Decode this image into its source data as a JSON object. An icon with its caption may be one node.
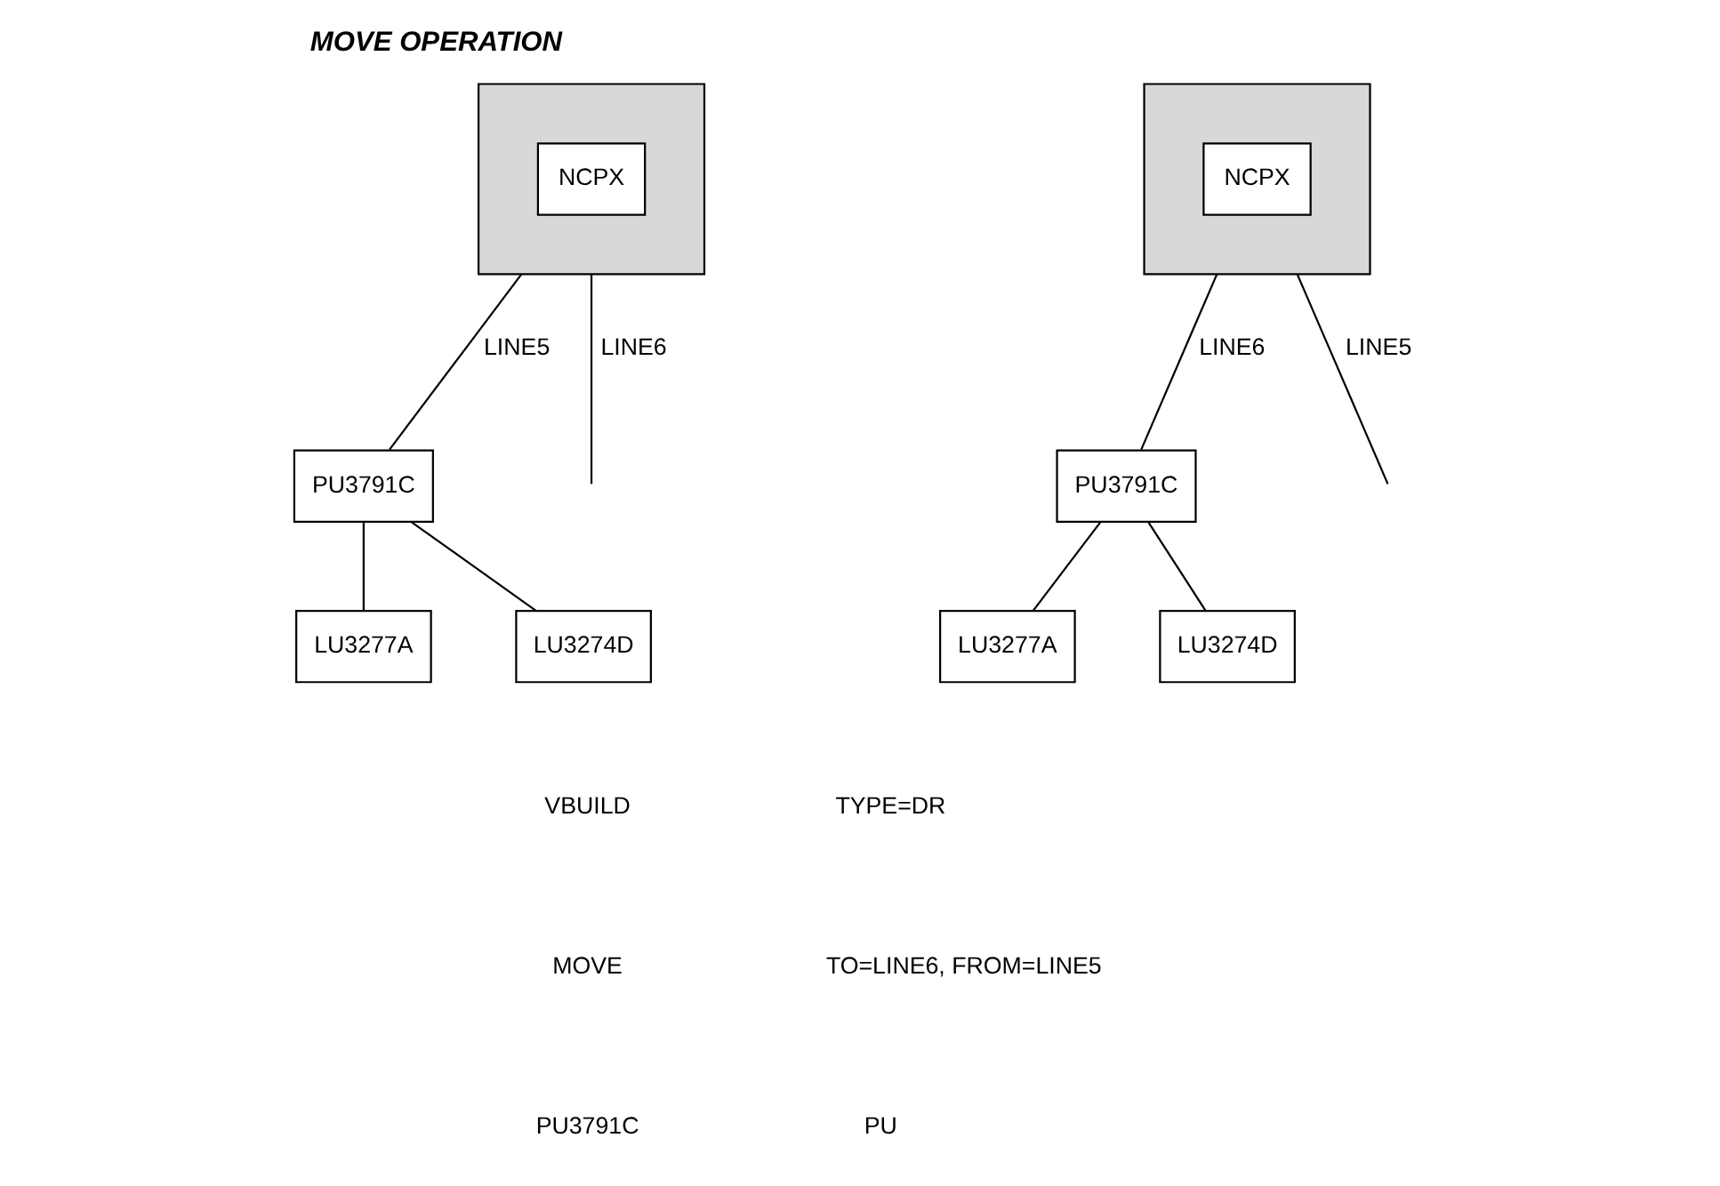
{
  "diagram": {
    "title": "MOVE OPERATION",
    "nodes": [
      {
        "text": [],
        "shape": "box"
      },
      {
        "text": [
          "NCPX"
        ],
        "in": 0
      },
      {
        "text": [
          "PU3791C"
        ]
      },
      {
        "text": [
          "LU3277A"
        ]
      },
      {
        "text": [
          "LU3274D"
        ]
      },
      {
        "text": [],
        "shape": "box"
      },
      {
        "text": [
          "NCPX"
        ],
        "in": 5
      },
      {
        "text": [
          "PU3791C"
        ]
      },
      {
        "text": [
          "LU3277A"
        ]
      },
      {
        "text": [
          "LU3274D"
        ]
      }
    ],
    "edges": [
      {
        "from": 0,
        "to": 2,
        "arrow": "none",
        "label": "LINE5"
      },
      {
        "from": 0,
        "to": null,
        "arrow": "none",
        "label": "LINE6"
      },
      {
        "from": 2,
        "to": 3,
        "arrow": "none"
      },
      {
        "from": 2,
        "to": 4,
        "arrow": "none"
      },
      {
        "from": 5,
        "to": null,
        "arrow": "none",
        "label": "LINE5"
      },
      {
        "from": 5,
        "to": 7,
        "arrow": "none",
        "label": "LINE6"
      },
      {
        "from": 7,
        "to": 8,
        "arrow": "none"
      },
      {
        "from": 7,
        "to": 9,
        "arrow": "none"
      }
    ],
    "labels": [
      "VBUILD",
      "TYPE=DR",
      "MOVE",
      "TO=LINE6, FROM=LINE5",
      "PU3791C",
      "PU"
    ]
  }
}
